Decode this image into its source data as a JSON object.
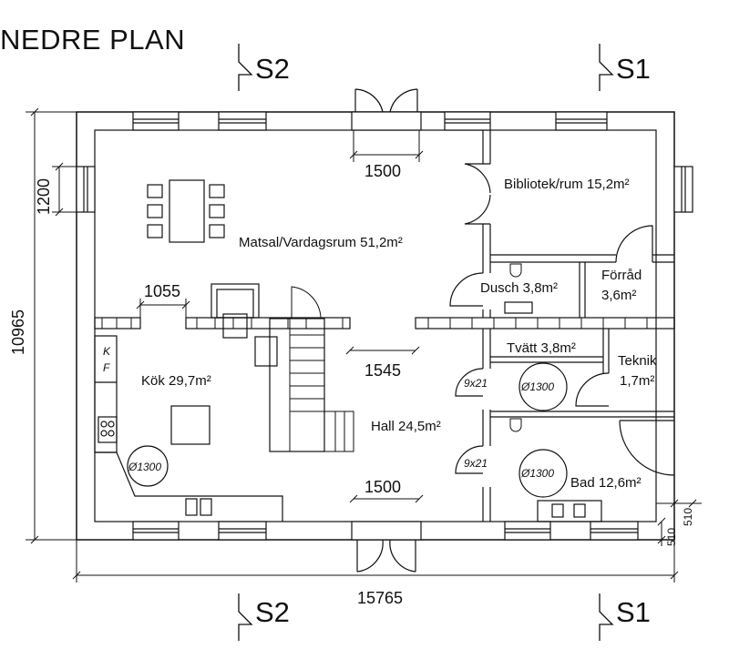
{
  "plan": {
    "title": "NEDRE PLAN",
    "sections": {
      "s2_top": "S2",
      "s1_top": "S1",
      "s2_bottom": "S2",
      "s1_bottom": "S1"
    },
    "rooms": {
      "matsal": "Matsal/Vardagsrum 51,2m²",
      "bibliotek": "Bibliotek/rum 15,2m²",
      "dusch": "Dusch 3,8m²",
      "forrad_name": "Förråd",
      "forrad_area": "3,6m²",
      "tvatt": "Tvätt 3,8m²",
      "teknik_name": "Teknik",
      "teknik_area": "1,7m²",
      "kok": "Kök 29,7m²",
      "hall": "Hall 24,5m²",
      "bad": "Bad 12,6m²"
    },
    "dimensions": {
      "door_top": "1500",
      "window_side": "1200",
      "opening_left": "1055",
      "height_total": "10965",
      "opening_mid": "1545",
      "door_bottom": "1500",
      "width_total": "15765",
      "wall_a": "510",
      "wall_b": "510"
    },
    "annotations": {
      "door_upper": "9x21",
      "door_lower": "9x21",
      "turning_kok": "Ø1300",
      "turning_hall": "Ø1300",
      "turning_bad": "Ø1300",
      "kf_k": "K",
      "kf_f": "F"
    }
  }
}
